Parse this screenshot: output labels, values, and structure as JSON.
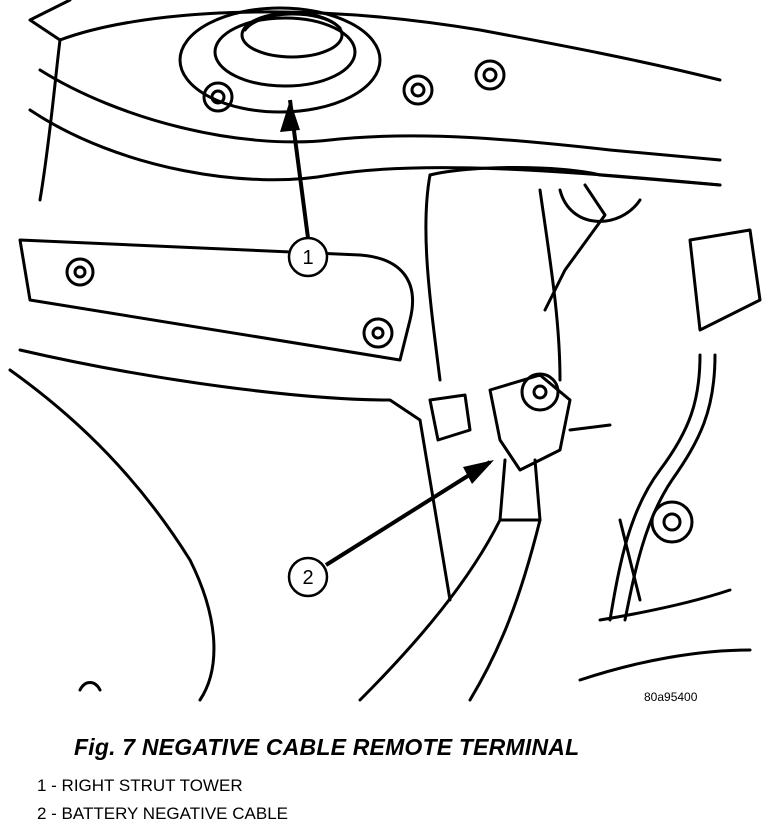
{
  "figure": {
    "code": "80a95400",
    "caption": "Fig. 7 NEGATIVE CABLE REMOTE TERMINAL",
    "callouts": [
      {
        "number": "1"
      },
      {
        "number": "2"
      }
    ],
    "legend": [
      {
        "text": "1 - RIGHT STRUT TOWER"
      },
      {
        "text": "2 - BATTERY NEGATIVE CABLE"
      }
    ]
  }
}
